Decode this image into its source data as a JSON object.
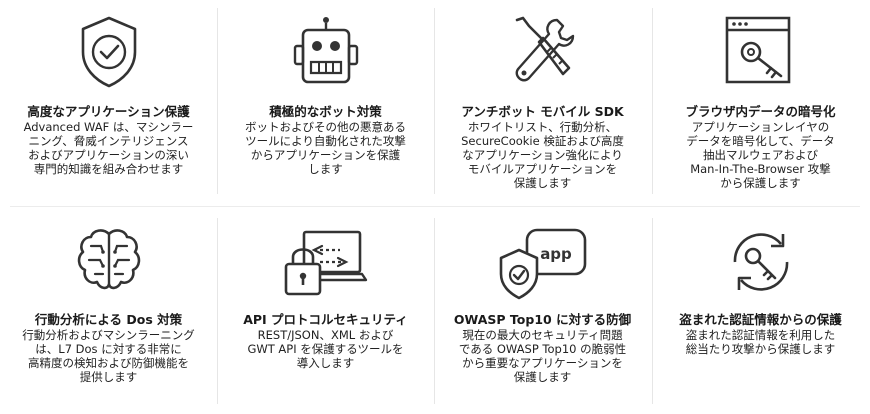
{
  "features": [
    {
      "icon": "shield-check-icon",
      "title": "高度なアプリケーション保護",
      "desc": [
        "Advanced WAF は、マシンラー",
        "ニング、脅威インテリジェンス",
        "およびアプリケーションの深い",
        "専門的知識を組み合わせます"
      ]
    },
    {
      "icon": "robot-icon",
      "title": "積極的なボット対策",
      "desc": [
        "ボットおよびその他の悪意ある",
        "ツールにより自動化された攻撃",
        "からアプリケーションを保護",
        "します"
      ]
    },
    {
      "icon": "tools-icon",
      "title": "アンチボット モバイル SDK",
      "desc": [
        "ホワイトリスト、行動分析、",
        "SecureCookie 検証および高度",
        "なアプリケーション強化により",
        "モバイルアプリケーションを",
        "保護します"
      ]
    },
    {
      "icon": "browser-key-icon",
      "title": "ブラウザ内データの暗号化",
      "desc": [
        "アプリケーションレイヤの",
        "データを暗号化して、データ",
        "抽出マルウェアおよび",
        "Man-In-The-Browser 攻撃",
        "から保護します"
      ]
    },
    {
      "icon": "brain-icon",
      "title": "行動分析による Dos 対策",
      "desc": [
        "行動分析およびマシンラーニング",
        "は、L7 Dos に対する非常に",
        "高精度の検知および防御機能を",
        "提供します"
      ]
    },
    {
      "icon": "laptop-lock-icon",
      "title": "API プロトコルセキュリティ",
      "desc": [
        "REST/JSON、XML および",
        "GWT API を保護するツールを",
        "導入します"
      ]
    },
    {
      "icon": "app-shield-icon",
      "title": "OWASP Top10 に対する防御",
      "desc": [
        "現在の最大のセキュリティ問題",
        "である OWASP Top10 の脆弱性",
        "から重要なアプリケーションを",
        "保護します"
      ],
      "app_label": "app"
    },
    {
      "icon": "key-cycle-icon",
      "title": "盗まれた認証情報からの保護",
      "desc": [
        "盗まれた認証情報を利用した",
        "総当たり攻撃から保護します"
      ]
    }
  ]
}
